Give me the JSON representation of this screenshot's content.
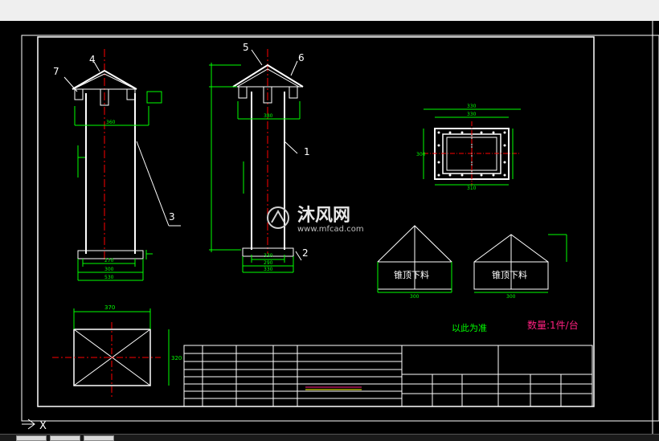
{
  "watermark": {
    "brand": "沐风网",
    "url": "www.mfcad.com"
  },
  "annotations": {
    "note_standard": "以此为准",
    "quantity": "数量:1件/台",
    "cone_label_1": "锥顶下料",
    "cone_label_2": "锥顶下料"
  },
  "part_callouts": [
    "7",
    "4",
    "5",
    "6",
    "1",
    "2",
    "3"
  ],
  "dimensions": {
    "left_view": {
      "top": "360",
      "middle": "270",
      "base_inner": "300",
      "base_outer": "530"
    },
    "mid_view": {
      "top": "380",
      "base_a": "330",
      "base_b": "290",
      "base_c": "330"
    },
    "plan_view": {
      "width": "370",
      "height": "320"
    },
    "flange_view": {
      "outer": "330",
      "inner": "330",
      "width": "310",
      "height": "300"
    },
    "cone_1": "300",
    "cone_2": "300"
  },
  "colors": {
    "background": "#000000",
    "line_white": "#ffffff",
    "line_green": "#00ff00",
    "centerline_red": "#ff0000",
    "text_magenta": "#ff2080",
    "text_yellow": "#ffff00",
    "border": "#ffffff"
  }
}
